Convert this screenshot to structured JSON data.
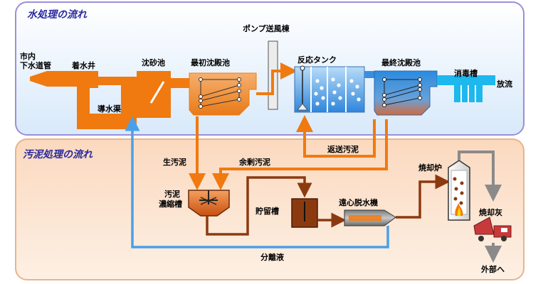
{
  "water_section": {
    "title": "水処理の流れ",
    "labels": {
      "city_sewer_1": "市内",
      "city_sewer_2": "下水道管",
      "receiving_well": "着水井",
      "grit_chamber": "沈砂池",
      "primary_settling": "最初沈殿池",
      "pump_blower": "ポンプ送風棟",
      "reaction_tank": "反応タンク",
      "final_settling": "最終沈殿池",
      "disinfection": "消毒槽",
      "discharge": "放流",
      "conduit": "導水渠"
    }
  },
  "sludge_section": {
    "title": "汚泥処理の流れ",
    "labels": {
      "raw_sludge": "生汚泥",
      "excess_sludge": "余剰汚泥",
      "return_sludge": "返送汚泥",
      "incinerator": "焼却炉",
      "thickener_1": "汚泥",
      "thickener_2": "濃縮槽",
      "storage_tank": "貯留槽",
      "centrifuge": "遠心脱水機",
      "incineration_ash": "焼却灰",
      "separated_liquid": "分離液",
      "external": "外部へ"
    }
  },
  "colors": {
    "water_border": "#9b8fd8",
    "water_bg_top": "#ffffff",
    "water_bg_bottom": "#dcecfb",
    "sludge_border": "#e8b48c",
    "sludge_bg": "#fbe3cf",
    "water_title": "#2a2aa0",
    "sludge_title": "#2a2aa0",
    "orange": "#f07a10",
    "brown": "#8b3a10",
    "blue_arrow": "#4aa0e8",
    "cyan_water": "#1cb8ee",
    "gray": "#8a8a8a"
  }
}
